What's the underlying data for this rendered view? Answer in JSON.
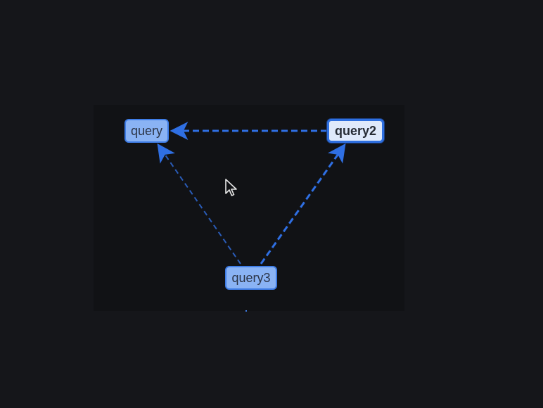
{
  "graph": {
    "nodes": [
      {
        "id": "query",
        "label": "query",
        "selected": false
      },
      {
        "id": "query2",
        "label": "query2",
        "selected": true
      },
      {
        "id": "query3",
        "label": "query3",
        "selected": false
      }
    ],
    "edges": [
      {
        "from": "query2",
        "to": "query",
        "style": "dashed",
        "highlighted": true
      },
      {
        "from": "query3",
        "to": "query2",
        "style": "dashed",
        "highlighted": true
      },
      {
        "from": "query3",
        "to": "query",
        "style": "dashed",
        "highlighted": false
      }
    ]
  },
  "colors": {
    "background": "#15161a",
    "canvas": "#111215",
    "node_fill": "#8ab3f4",
    "node_border": "#3f7de6",
    "selected_fill": "#dfe9fb",
    "edge": "#2f6fe3",
    "edge_faded": "#2a5cb8"
  },
  "icons": {
    "cursor": "mouse-pointer-icon"
  }
}
